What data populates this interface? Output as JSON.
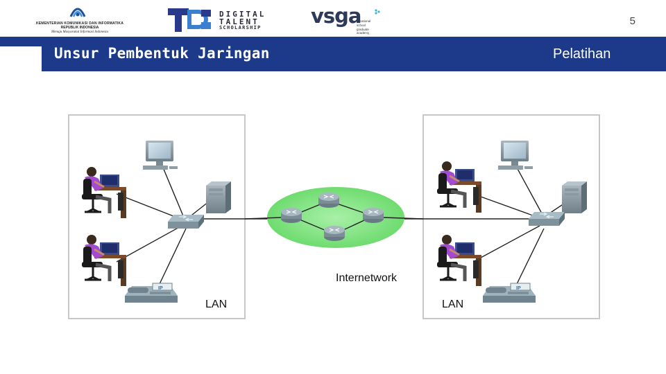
{
  "logos": {
    "kominfo": {
      "line1": "KEMENTERIAN KOMUNIKASI DAN INFORMATIKA",
      "line2": "REPUBLIK INDONESIA",
      "line3": "Menuju Masyarakat Informasi Indonesia"
    },
    "dts": {
      "word1": "DIGITAL",
      "word2": "TALENT",
      "word3": "SCHOLARSHIP"
    },
    "vsga": {
      "word": "vsga",
      "tagline": "vocational\nschool\ngraduate\nacademy"
    }
  },
  "page_number": "5",
  "header": {
    "title": "Unsur Pembentuk Jaringan",
    "section": "Pelatihan",
    "color": "#1d3a8a"
  },
  "diagram": {
    "left_lan_label": "LAN",
    "right_lan_label": "LAN",
    "internetwork_label": "Internetwork",
    "cloud_color": "#7de07d",
    "icons": [
      "workstation-icon",
      "user-at-desk-icon",
      "server-icon",
      "switch-icon",
      "router-icon",
      "ip-phone-icon"
    ]
  }
}
